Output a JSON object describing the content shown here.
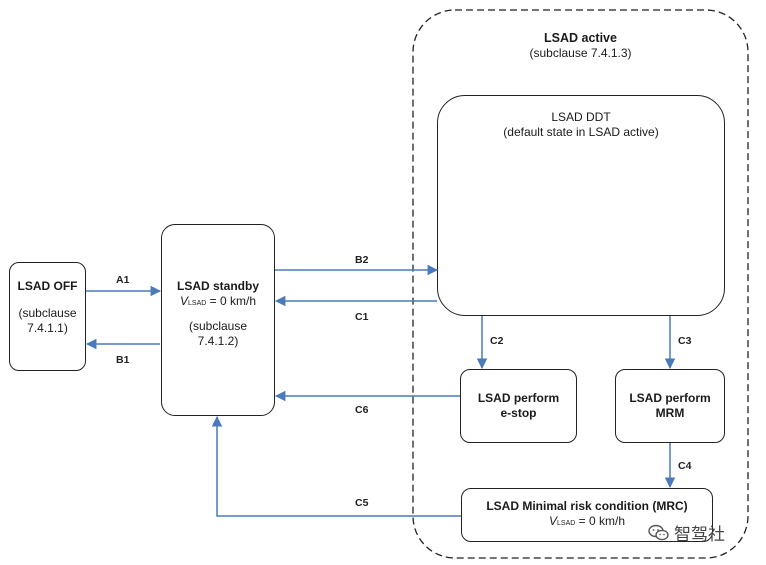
{
  "active": {
    "title": "LSAD active",
    "subtitle": "(subclause 7.4.1.3)"
  },
  "ddt": {
    "title": "LSAD DDT",
    "subtitle": "(default state in LSAD active)"
  },
  "off": {
    "title": "LSAD OFF",
    "subclause_1": "(subclause",
    "subclause_2": "7.4.1.1)"
  },
  "standby": {
    "title": "LSAD standby",
    "speed_var": "V",
    "speed_sub": "LSAD",
    "speed_rest": " = 0 km/h",
    "subclause_1": "(subclause",
    "subclause_2": "7.4.1.2)"
  },
  "estop": {
    "line1": "LSAD perform",
    "line2": "e-stop"
  },
  "mrm": {
    "line1": "LSAD perform",
    "line2": "MRM"
  },
  "mrc": {
    "title": "LSAD Minimal risk condition (MRC)",
    "speed_var": "V",
    "speed_sub": "LSAD",
    "speed_rest": " = 0 km/h"
  },
  "transitions": {
    "A1": "A1",
    "B1": "B1",
    "B2": "B2",
    "C1": "C1",
    "C2": "C2",
    "C3": "C3",
    "C4": "C4",
    "C5": "C5",
    "C6": "C6"
  },
  "watermark": {
    "text": "智驾社"
  },
  "colors": {
    "arrow": "#4a7ab8",
    "border": "#222222"
  }
}
